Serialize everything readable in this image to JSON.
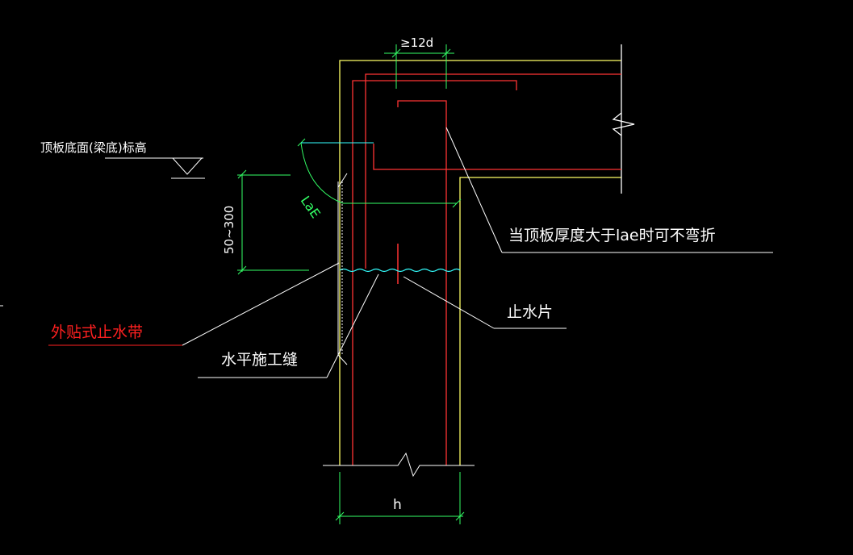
{
  "drawing": {
    "background": "#000000",
    "labels": {
      "dim_anchor_12d": "≥12d",
      "roof_bottom_elevation": "顶板底面(梁底)标高",
      "lae": "LaE",
      "dim_50_300": "50~300",
      "no_bend_note": "当顶板厚度大于lae时可不弯折",
      "external_waterstop": "外贴式止水带",
      "horizontal_construction_joint": "水平施工缝",
      "waterstop_plate": "止水片",
      "wall_thickness": "h"
    },
    "colors": {
      "concrete_outline": "#ffff66",
      "rebar": "#ff3333",
      "dimension": "#33ff66",
      "leader": "#ffffff",
      "cyan": "#33ffff",
      "waterstop_label": "#ff2020",
      "text": "#ffffff"
    }
  }
}
